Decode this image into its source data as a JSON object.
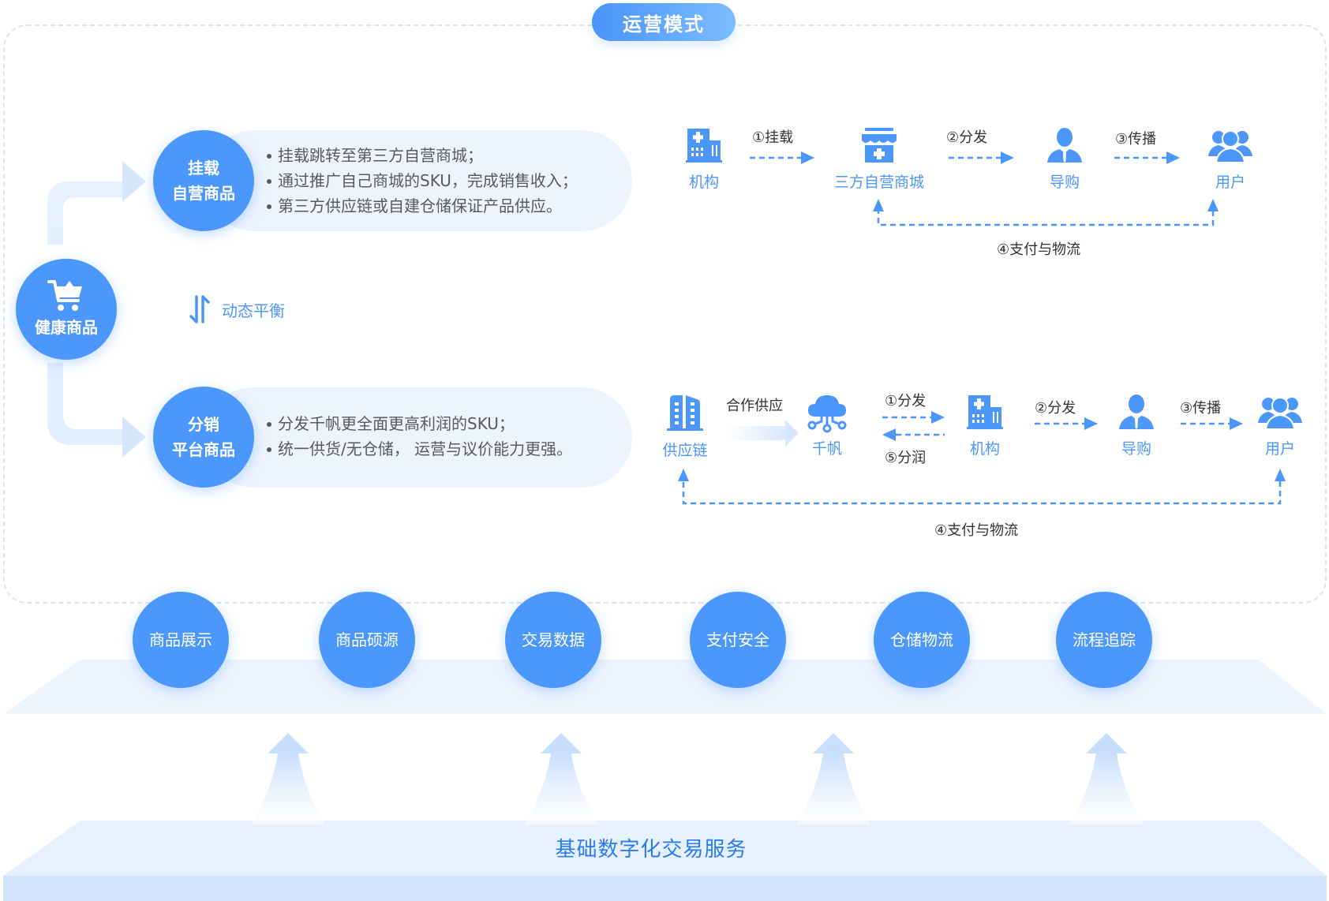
{
  "title": "运营模式",
  "health_goods": {
    "label": "健康商品",
    "icon": "shopping-cart-icon"
  },
  "balance": {
    "label": "动态平衡",
    "icon": "swap-vertical-icon"
  },
  "self_run": {
    "circle_line1": "挂载",
    "circle_line2": "自营商品",
    "bullets": [
      "挂载跳转至第三方自营商城；",
      "通过推广自己商城的SKU，完成销售收入；",
      "第三方供应链或自建仓储保证产品供应。"
    ],
    "flow": {
      "nodes": [
        {
          "label": "机构",
          "icon": "hospital-building-icon"
        },
        {
          "label": "三方自营商城",
          "icon": "medical-store-icon"
        },
        {
          "label": "导购",
          "icon": "shopping-guide-person-icon"
        },
        {
          "label": "用户",
          "icon": "users-group-icon"
        }
      ],
      "edges": [
        "①挂载",
        "②分发",
        "③传播"
      ],
      "return_edge": "④支付与物流"
    }
  },
  "distribution": {
    "circle_line1": "分销",
    "circle_line2": "平台商品",
    "bullets": [
      "分发千帆更全面更高利润的SKU；",
      "统一供货/无仓储， 运营与议价能力更强。"
    ],
    "flow": {
      "nodes": [
        {
          "label": "供应链",
          "icon": "office-building-icon"
        },
        {
          "label": "千帆",
          "icon": "cloud-network-icon"
        },
        {
          "label": "机构",
          "icon": "hospital-building-icon"
        },
        {
          "label": "导购",
          "icon": "shopping-guide-person-icon"
        },
        {
          "label": "用户",
          "icon": "users-group-icon"
        }
      ],
      "supply_edge": "合作供应",
      "edges": [
        "①分发",
        "⑤分润",
        "②分发",
        "③传播"
      ],
      "return_edge": "④支付与物流"
    }
  },
  "capabilities": [
    "商品展示",
    "商品硕源",
    "交易数据",
    "支付安全",
    "仓储物流",
    "流程追踪"
  ],
  "foundation": "基础数字化交易服务",
  "colors": {
    "primary": "#4c97fc",
    "light": "#edf4fe",
    "text": "#555a63",
    "foundation_text": "#2a7cf2"
  }
}
